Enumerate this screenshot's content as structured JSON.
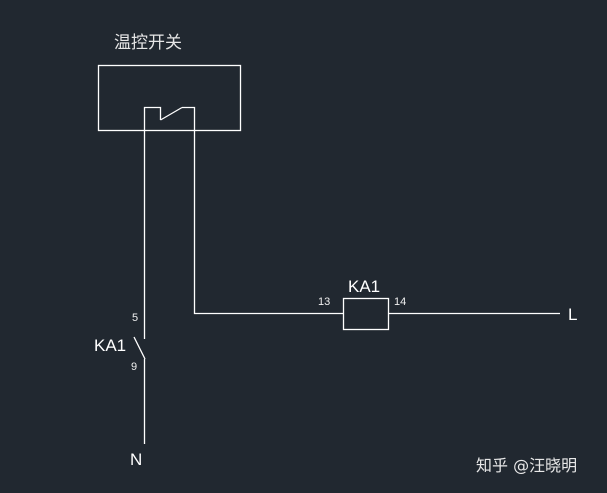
{
  "diagram": {
    "type": "electrical-schematic",
    "colors": {
      "background": "#212830",
      "line": "#ffffff",
      "text": "#ffffff"
    },
    "thermostat": {
      "label": "温控开关"
    },
    "relay_contact": {
      "label": "KA1",
      "pin_top": "5",
      "pin_bottom": "9"
    },
    "relay_coil": {
      "label": "KA1",
      "pin_left": "13",
      "pin_right": "14"
    },
    "terminals": {
      "line": "L",
      "neutral": "N"
    }
  },
  "watermark": {
    "text": "知乎 @汪晓明"
  }
}
